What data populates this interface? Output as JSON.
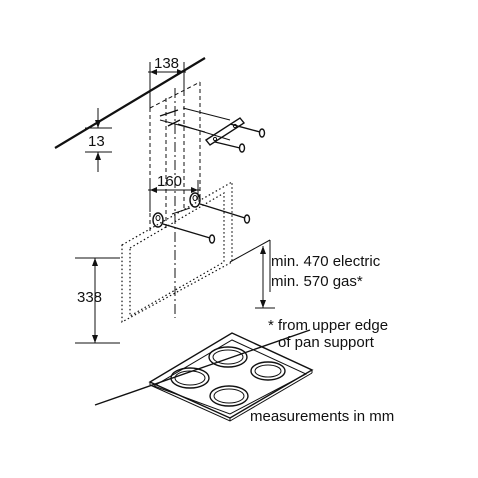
{
  "dimensions": {
    "horizontal_top": "138",
    "vertical_top": "13",
    "horizontal_mid": "160",
    "vertical_left": "338"
  },
  "notes": {
    "min_electric": "min. 470 electric",
    "min_gas": "min. 570 gas*",
    "footnote_line1": "* from upper edge",
    "footnote_line2": "of pan support",
    "units": "measurements in mm"
  }
}
